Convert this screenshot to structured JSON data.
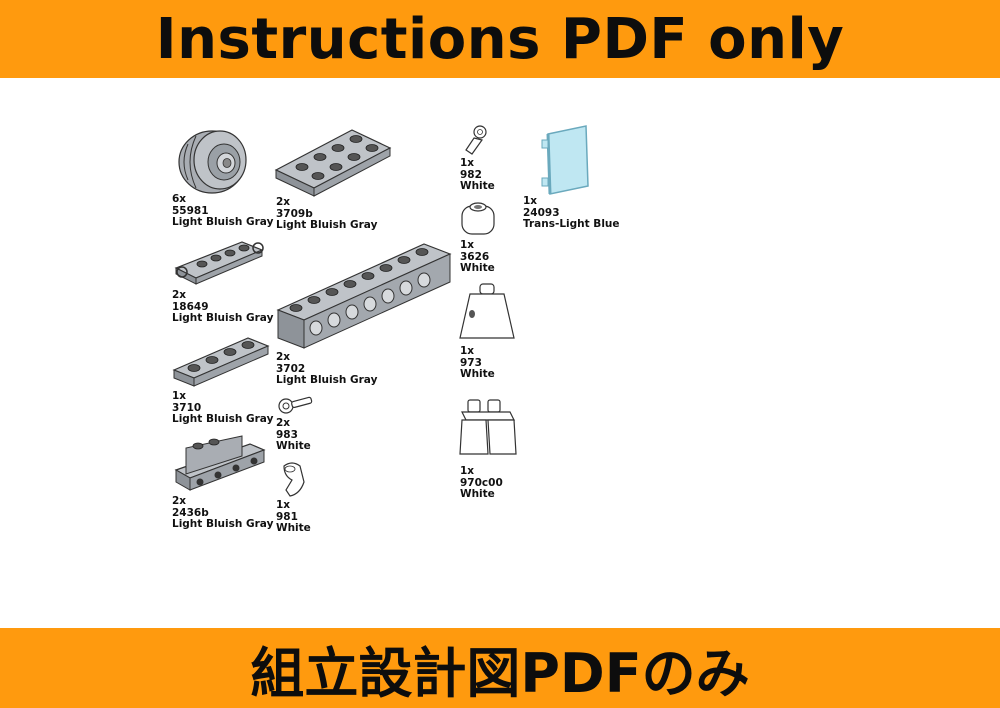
{
  "header": {
    "title": "Instructions PDF only"
  },
  "footer": {
    "title": "組立設計図PDFのみ"
  },
  "colors": {
    "banner": "#FF9A0E",
    "part_gray": "#A9ADB3",
    "part_white": "#FFFFFF",
    "trans_light_blue": "#BFE7F2"
  },
  "parts": [
    {
      "qty": "6x",
      "id": "55981",
      "color": "Light Bluish Gray"
    },
    {
      "qty": "2x",
      "id": "18649",
      "color": "Light Bluish Gray"
    },
    {
      "qty": "1x",
      "id": "3710",
      "color": "Light Bluish Gray"
    },
    {
      "qty": "2x",
      "id": "2436b",
      "color": "Light Bluish Gray"
    },
    {
      "qty": "2x",
      "id": "3709b",
      "color": "Light Bluish Gray"
    },
    {
      "qty": "2x",
      "id": "3702",
      "color": "Light Bluish Gray"
    },
    {
      "qty": "2x",
      "id": "983",
      "color": "White"
    },
    {
      "qty": "1x",
      "id": "981",
      "color": "White"
    },
    {
      "qty": "1x",
      "id": "982",
      "color": "White"
    },
    {
      "qty": "1x",
      "id": "3626",
      "color": "White"
    },
    {
      "qty": "1x",
      "id": "973",
      "color": "White"
    },
    {
      "qty": "1x",
      "id": "970c00",
      "color": "White"
    },
    {
      "qty": "1x",
      "id": "24093",
      "color": "Trans-Light Blue"
    }
  ]
}
